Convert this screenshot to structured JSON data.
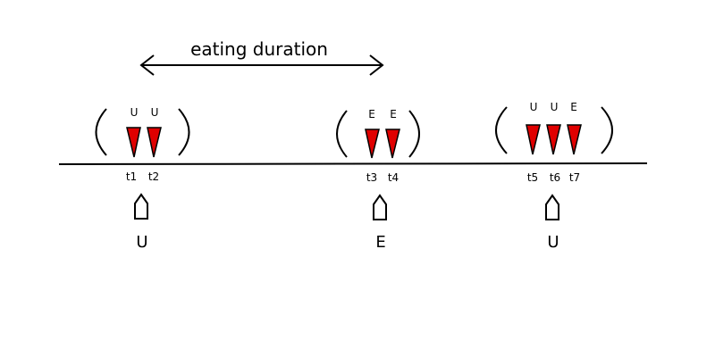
{
  "diagram": {
    "title": "eating duration",
    "groups": [
      {
        "labels": [
          "U",
          "U"
        ],
        "times": [
          "t1",
          "t2"
        ],
        "marker": "U"
      },
      {
        "labels": [
          "E",
          "E"
        ],
        "times": [
          "t3",
          "t4"
        ],
        "marker": "E"
      },
      {
        "labels": [
          "U",
          "U",
          "E"
        ],
        "times": [
          "t5",
          "t6",
          "t7"
        ],
        "marker": "U"
      }
    ],
    "colors": {
      "triangle": "#e00000",
      "line": "#000000"
    }
  }
}
